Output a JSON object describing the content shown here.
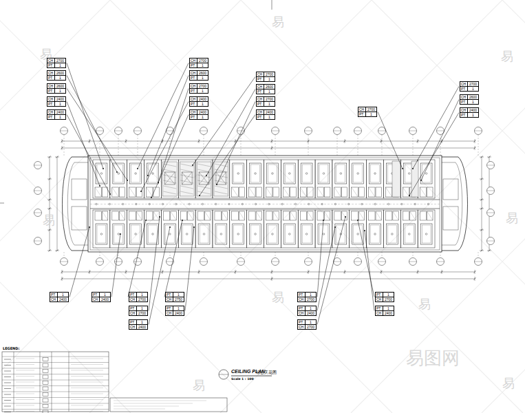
{
  "diagram": {
    "title": "CEILING PLAN",
    "nodes": [
      {
        "text": [
          "CH",
          "2700",
          "PT",
          "1"
        ]
      },
      {
        "text": [
          "CH",
          "2600",
          "PT",
          "1"
        ]
      },
      {
        "text": [
          "CH",
          "2600",
          "PT",
          "1"
        ]
      },
      {
        "text": [
          "CH",
          "2400",
          "PT",
          "1"
        ]
      },
      {
        "text": [
          "CH",
          "2400",
          "PT",
          "1"
        ]
      },
      {
        "text": [
          "CH",
          "2700",
          "PT",
          "1"
        ]
      },
      {
        "text": [
          "CH",
          "2600",
          "PT",
          "1"
        ]
      },
      {
        "text": [
          "CH",
          "2700",
          "PT",
          "1"
        ]
      },
      {
        "text": [
          "CH",
          "2400",
          "PT",
          "1"
        ]
      },
      {
        "text": [
          "CH",
          "2400",
          "PT",
          "1"
        ]
      },
      {
        "text": [
          "CH",
          "2700",
          "PT",
          "1"
        ]
      },
      {
        "text": [
          "CH",
          "2600",
          "PT",
          "1"
        ]
      },
      {
        "text": [
          "CH",
          "2700",
          "PT",
          "1"
        ]
      },
      {
        "text": [
          "CH",
          "2400",
          "PT",
          "1"
        ]
      },
      {
        "text": [
          "CH",
          "2700",
          "PT",
          "1"
        ]
      },
      {
        "text": [
          "CH",
          "2700",
          "PT",
          "1"
        ]
      },
      {
        "text": [
          "CH",
          "2600",
          "PT",
          "1"
        ]
      },
      {
        "text": [
          "CH",
          "2400",
          "PT",
          "1"
        ]
      },
      {
        "text": [
          "PT",
          "1",
          "CH",
          "2400"
        ]
      },
      {
        "text": [
          "PT",
          "1",
          "CH",
          "2400"
        ]
      },
      {
        "text": [
          "PT",
          "1",
          "CH",
          "2700"
        ]
      },
      {
        "text": [
          "PT",
          "1",
          "CH",
          "2700"
        ]
      },
      {
        "text": [
          "PT",
          "1",
          "CH",
          "2400"
        ]
      },
      {
        "text": [
          "PT",
          "1",
          "CH",
          "2750"
        ]
      },
      {
        "text": [
          "PT",
          "1",
          "CH",
          "2400"
        ]
      },
      {
        "text": [
          "PT",
          "1",
          "CH",
          "2700"
        ]
      },
      {
        "text": [
          "PT",
          "1",
          "CH",
          "2400"
        ]
      },
      {
        "text": [
          "PT",
          "1",
          "CH",
          "2700"
        ]
      },
      {
        "text": [
          "PT",
          "1",
          "CH",
          "2700"
        ]
      },
      {
        "text": [
          "PT",
          "1",
          "CH",
          "2400"
        ]
      }
    ],
    "labels": [
      "综合天花图",
      "Scale 1 : 100",
      "LEGEND:",
      "易",
      "易",
      "易",
      "易",
      "易",
      "易",
      "易",
      "易",
      "易",
      "易图网"
    ]
  }
}
